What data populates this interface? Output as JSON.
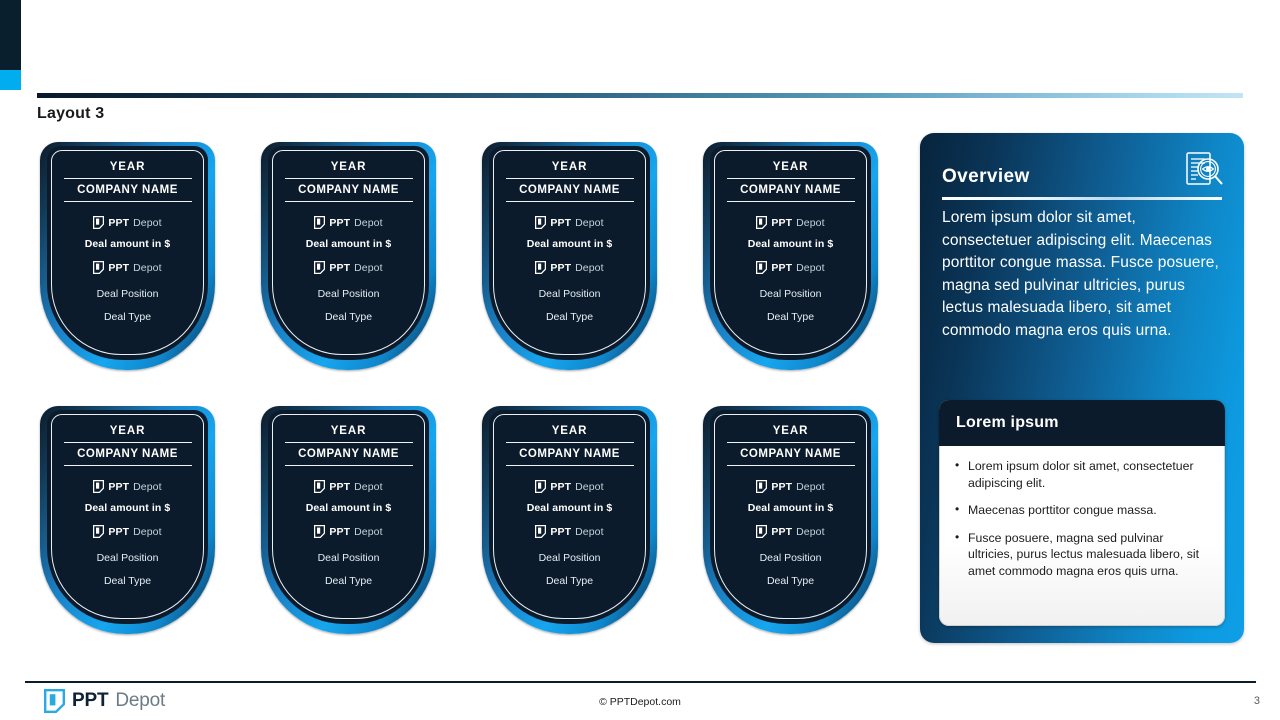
{
  "slide": {
    "title": "Layout 3",
    "page_number": "3",
    "accent_navy": "#0a1f2e",
    "accent_cyan": "#00aeef",
    "brand_dark": "#0c1b2b",
    "brand_blue": "#0d9ae0"
  },
  "card_template": {
    "year": "YEAR",
    "company": "COMPANY NAME",
    "amount": "Deal amount in $",
    "position": "Deal Position",
    "type": "Deal Type",
    "logo_ppt": "PPT",
    "logo_depot": "Depot"
  },
  "cards": [
    {
      "year": "YEAR",
      "company": "COMPANY NAME",
      "amount": "Deal amount in $",
      "position": "Deal Position",
      "type": "Deal Type",
      "logo_ppt": "PPT",
      "logo_depot": "Depot"
    },
    {
      "year": "YEAR",
      "company": "COMPANY NAME",
      "amount": "Deal amount in $",
      "position": "Deal Position",
      "type": "Deal Type",
      "logo_ppt": "PPT",
      "logo_depot": "Depot"
    },
    {
      "year": "YEAR",
      "company": "COMPANY NAME",
      "amount": "Deal amount in $",
      "position": "Deal Position",
      "type": "Deal Type",
      "logo_ppt": "PPT",
      "logo_depot": "Depot"
    },
    {
      "year": "YEAR",
      "company": "COMPANY NAME",
      "amount": "Deal amount in $",
      "position": "Deal Position",
      "type": "Deal Type",
      "logo_ppt": "PPT",
      "logo_depot": "Depot"
    },
    {
      "year": "YEAR",
      "company": "COMPANY NAME",
      "amount": "Deal amount in $",
      "position": "Deal Position",
      "type": "Deal Type",
      "logo_ppt": "PPT",
      "logo_depot": "Depot"
    },
    {
      "year": "YEAR",
      "company": "COMPANY NAME",
      "amount": "Deal amount in $",
      "position": "Deal Position",
      "type": "Deal Type",
      "logo_ppt": "PPT",
      "logo_depot": "Depot"
    },
    {
      "year": "YEAR",
      "company": "COMPANY NAME",
      "amount": "Deal amount in $",
      "position": "Deal Position",
      "type": "Deal Type",
      "logo_ppt": "PPT",
      "logo_depot": "Depot"
    },
    {
      "year": "YEAR",
      "company": "COMPANY NAME",
      "amount": "Deal amount in $",
      "position": "Deal Position",
      "type": "Deal Type",
      "logo_ppt": "PPT",
      "logo_depot": "Depot"
    }
  ],
  "overview": {
    "title": "Overview",
    "icon": "document-search-icon",
    "body": "Lorem ipsum dolor sit amet, consectetuer adipiscing elit. Maecenas porttitor congue massa. Fusce posuere, magna sed pulvinar ultricies, purus lectus malesuada libero, sit amet commodo magna eros quis urna.",
    "subpanel": {
      "title": "Lorem ipsum",
      "bullets": [
        "Lorem ipsum dolor sit amet, consectetuer adipiscing elit.",
        "Maecenas porttitor congue massa.",
        "Fusce posuere, magna sed pulvinar ultricies, purus lectus malesuada libero, sit amet commodo magna eros quis urna."
      ]
    }
  },
  "footer": {
    "logo_ppt": "PPT",
    "logo_depot": "Depot",
    "copyright": "© PPTDepot.com",
    "page": "3"
  }
}
